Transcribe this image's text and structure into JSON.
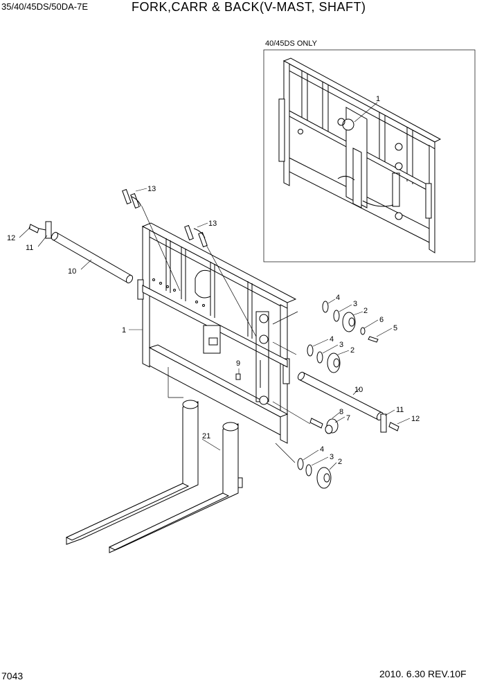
{
  "header": {
    "model": "35/40/45DS/50DA-7E",
    "title": "FORK,CARR & BACK(V-MAST, SHAFT)"
  },
  "inset": {
    "label": "40/45DS ONLY"
  },
  "footer": {
    "page_number": "7043",
    "revision": "2010. 6.30  REV.10F"
  },
  "callouts": {
    "inset_1": "1",
    "c13a": "13",
    "c13b": "13",
    "c12a": "12",
    "c11a": "11",
    "c10a": "10",
    "c1": "1",
    "c4a": "4",
    "c3a": "3",
    "c2a": "2",
    "c6": "6",
    "c5": "5",
    "c4b": "4",
    "c3b": "3",
    "c2b": "2",
    "c9": "9",
    "c10b": "10",
    "c8": "8",
    "c7": "7",
    "c11b": "11",
    "c12b": "12",
    "c21": "21",
    "c4c": "4",
    "c3c": "3",
    "c2c": "2"
  }
}
